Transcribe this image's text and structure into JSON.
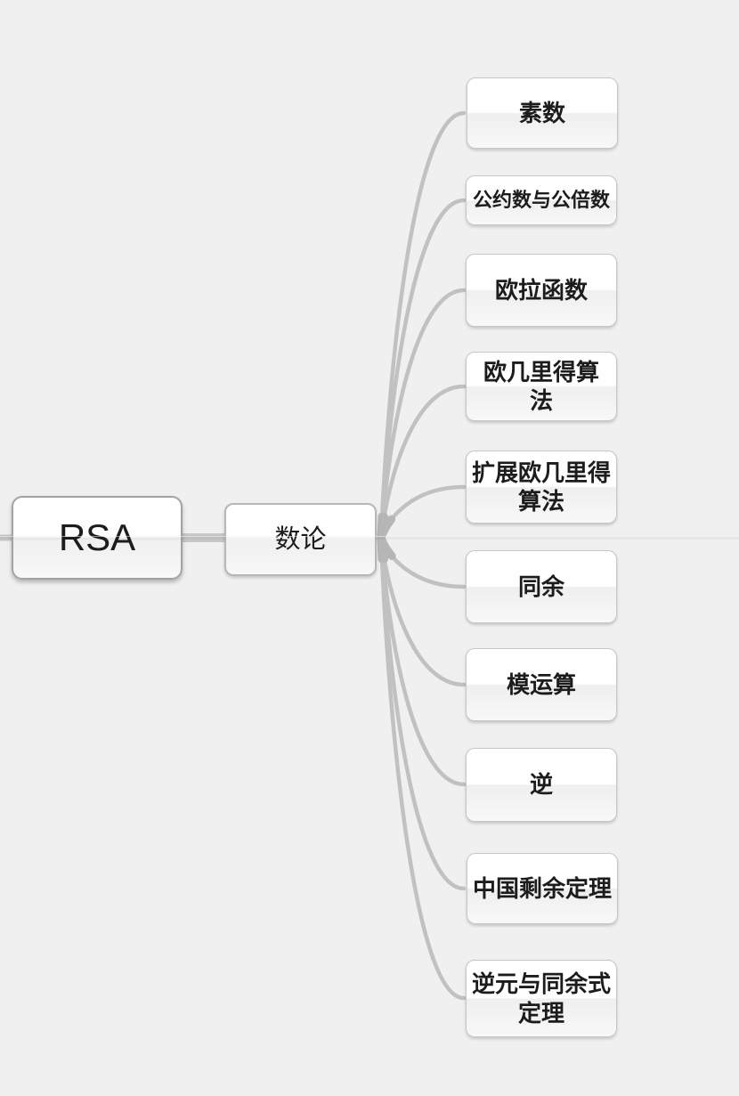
{
  "map": {
    "root": {
      "label": "RSA"
    },
    "branch": {
      "label": "数论"
    },
    "children": [
      {
        "label": "素数"
      },
      {
        "label": "公约数与公倍数"
      },
      {
        "label": "欧拉函数"
      },
      {
        "label": "欧几里得算\n法"
      },
      {
        "label": "扩展欧几里得\n算法"
      },
      {
        "label": "同余"
      },
      {
        "label": "模运算"
      },
      {
        "label": "逆"
      },
      {
        "label": "中国剩余定理"
      },
      {
        "label": "逆元与同余式\n定理"
      }
    ],
    "colors": {
      "background": "#f0f0f0",
      "node_fill": "#ffffff",
      "node_border": "#c7c7c7",
      "root_border": "#a3a3a3",
      "connector": "#c0c0c0",
      "text": "#1c1c1c"
    }
  }
}
